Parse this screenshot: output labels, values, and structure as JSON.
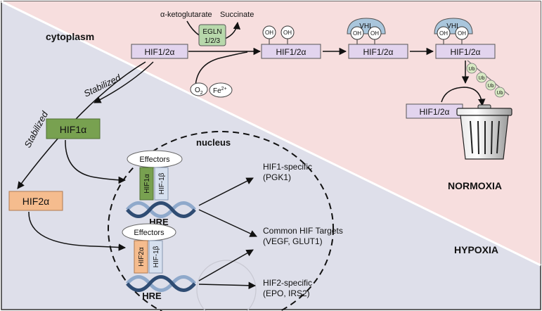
{
  "regions": {
    "cytoplasm": "cytoplasm",
    "nucleus": "nucleus",
    "normoxia": "NORMOXIA",
    "hypoxia": "HYPOXIA"
  },
  "colors": {
    "normoxia_bg": "#f7dede",
    "hypoxia_bg": "#dedfea",
    "hif_box": "#e2d4ee",
    "hif1a_box": "#78a150",
    "hif2a_box": "#f5bc8e",
    "hif1b_box": "#d6e0ef",
    "vhl": "#a9c6dc",
    "ub": "#d8eac4",
    "dna_dark": "#2f4c73",
    "dna_light": "#8fa9cb"
  },
  "hydroxylation": {
    "substrate": "α-ketoglutarate",
    "product": "Succinate",
    "enzyme_line1": "EGLN",
    "enzyme_line2": "1/2/3",
    "cofactor_o2": "O",
    "cofactor_o2_sub": "2",
    "cofactor_fe": "Fe",
    "cofactor_fe_sup": "2+"
  },
  "degradation_pathway": {
    "hif_label": "HIF1/2α",
    "oh": "OH",
    "vhl": "VHL",
    "ub": "Ub",
    "degraded_label": "HIF1/2α"
  },
  "stabilization": {
    "arrow_label": "Stabilized",
    "hif1a": "HIF1α",
    "hif2a": "HIF2α"
  },
  "complexes": {
    "effectors": "Effectors",
    "hif1a_short": "HIF1α",
    "hif2a_short": "HIF2α",
    "hif1b": "HIF-1β",
    "hre": "HRE"
  },
  "targets": {
    "hif1_line1": "HIF1-specific",
    "hif1_line2": "(PGK1)",
    "common_line1": "Common HIF Targets",
    "common_line2": "(VEGF, GLUT1)",
    "hif2_line1": "HIF2-specific",
    "hif2_line2": "(EPO, IRS2)"
  }
}
